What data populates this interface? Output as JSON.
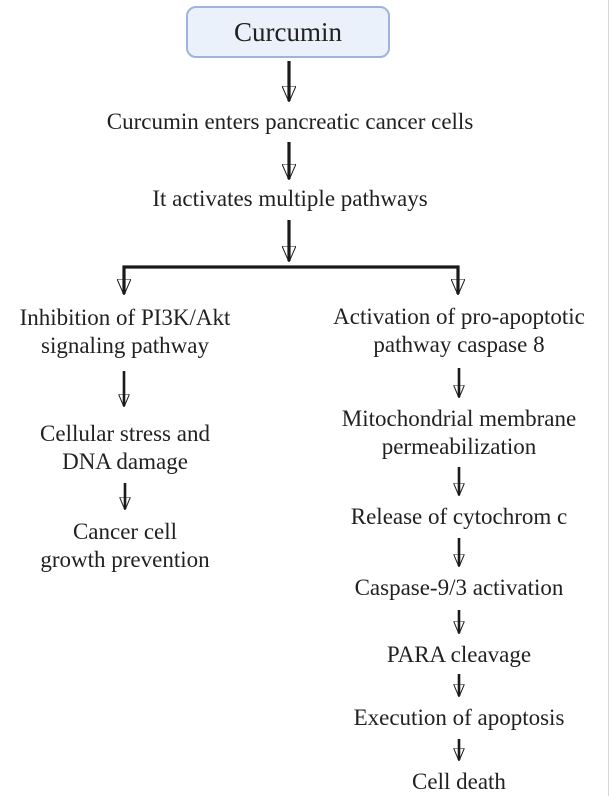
{
  "root": {
    "label": "Curcumin"
  },
  "trunk": [
    "Curcumin enters pancreatic cancer cells",
    "It activates multiple pathways"
  ],
  "left_branch": [
    "Inhibition of PI3K/Akt\nsignaling pathway",
    "Cellular stress and\nDNA damage",
    "Cancer cell\ngrowth prevention"
  ],
  "right_branch": [
    "Activation of pro-apoptotic\npathway caspase 8",
    "Mitochondrial membrane\npermeabilization",
    "Release of cytochrom c",
    "Caspase-9/3 activation",
    "PARA cleavage",
    "Execution of apoptosis",
    "Cell death"
  ],
  "colors": {
    "box_fill": "#eaf1fa",
    "box_border": "#9db5d8",
    "arrow": "#1a1a1a",
    "text": "#212121",
    "background": "#ffffff",
    "page_edge": "#d6d6d6"
  }
}
